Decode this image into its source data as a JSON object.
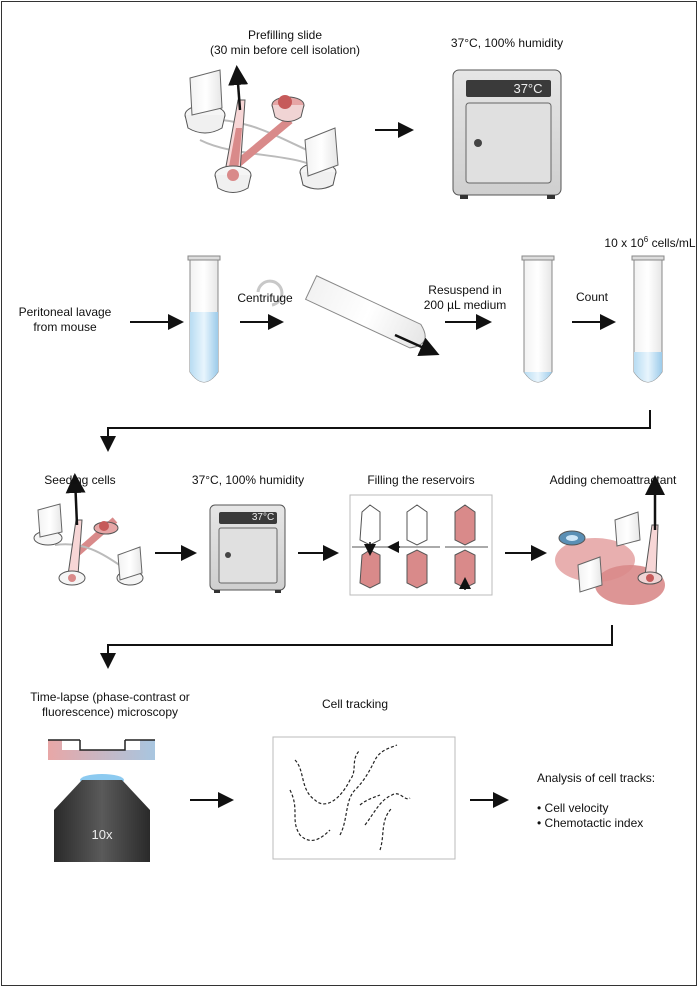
{
  "row1": {
    "prefill_title": "Prefilling slide",
    "prefill_sub": "(30 min before cell isolation)",
    "incubator_label": "37°C, 100% humidity",
    "incubator_display": "37°C"
  },
  "row2": {
    "lavage_line1": "Peritoneal lavage",
    "lavage_line2": "from mouse",
    "centrifuge": "Centrifuge",
    "resuspend_line1": "Resuspend in",
    "resuspend_line2": "200 µL medium",
    "count": "Count",
    "concentration_prefix": "10 x 10",
    "concentration_exp": "6",
    "concentration_suffix": " cells/mL"
  },
  "row3": {
    "seeding": "Seeding cells",
    "incubator_label": "37°C, 100% humidity",
    "incubator_display": "37°C",
    "filling": "Filling the reservoirs",
    "adding": "Adding chemoattractant"
  },
  "row4": {
    "timelapse_line1": "Time-lapse (phase-contrast or",
    "timelapse_line2": "fluorescence) microscopy",
    "objective": "10x",
    "tracking": "Cell tracking",
    "analysis_title": "Analysis of cell tracks:",
    "analysis_items": [
      "• Cell velocity",
      "• Chemotactic index"
    ]
  },
  "colors": {
    "pink": "#d98a8a",
    "pink_dark": "#c0605f",
    "blue": "#9fd0ee",
    "gray_dark": "#3a3a3a"
  }
}
